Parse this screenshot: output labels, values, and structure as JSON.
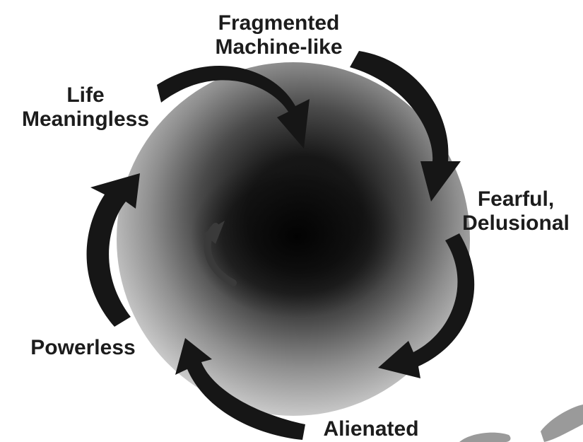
{
  "diagram": {
    "nodes": [
      {
        "id": "fragmented",
        "lines": [
          "Fragmented",
          "Machine-like"
        ]
      },
      {
        "id": "fearful",
        "lines": [
          "Fearful,",
          "Delusional"
        ]
      },
      {
        "id": "alienated",
        "lines": [
          "Alienated"
        ]
      },
      {
        "id": "powerless",
        "lines": [
          "Powerless"
        ]
      },
      {
        "id": "life",
        "lines": [
          "Life",
          "Meaningless"
        ]
      }
    ],
    "cycle_direction": "clockwise",
    "colors": {
      "arrow": "#161616",
      "text": "#1c1c1c",
      "sphere_core": "#0c0c0c",
      "sphere_edge": "#c9c9c9"
    }
  }
}
